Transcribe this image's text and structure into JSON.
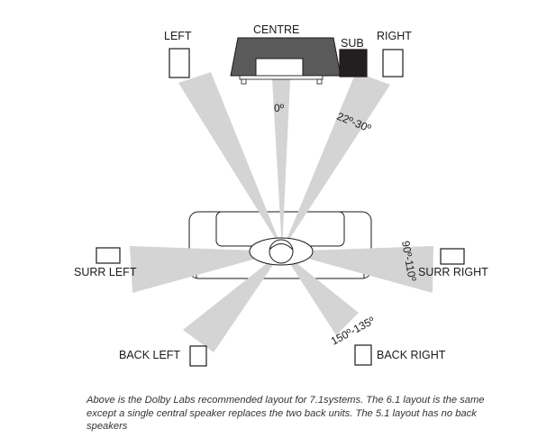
{
  "labels": {
    "left": "LEFT",
    "centre": "CENTRE",
    "sub": "SUB",
    "right": "RIGHT",
    "surr_left": "SURR LEFT",
    "surr_right": "SURR RIGHT",
    "back_left": "BACK LEFT",
    "back_right": "BACK RIGHT"
  },
  "angles": {
    "centre": "0º",
    "front": "22º-30º",
    "surround": "90º-110º",
    "back": "150º-135º"
  },
  "caption": "Above is the Dolby Labs recommended layout for 7.1systems. The 6.1 layout is the same except a single central speaker replaces the two back units. The 5.1 layout has no back speakers",
  "colors": {
    "beam": "#d4d4d4",
    "sub": "#231f20",
    "tv_body": "#5a5a5a",
    "outline": "#1a1a1a"
  }
}
